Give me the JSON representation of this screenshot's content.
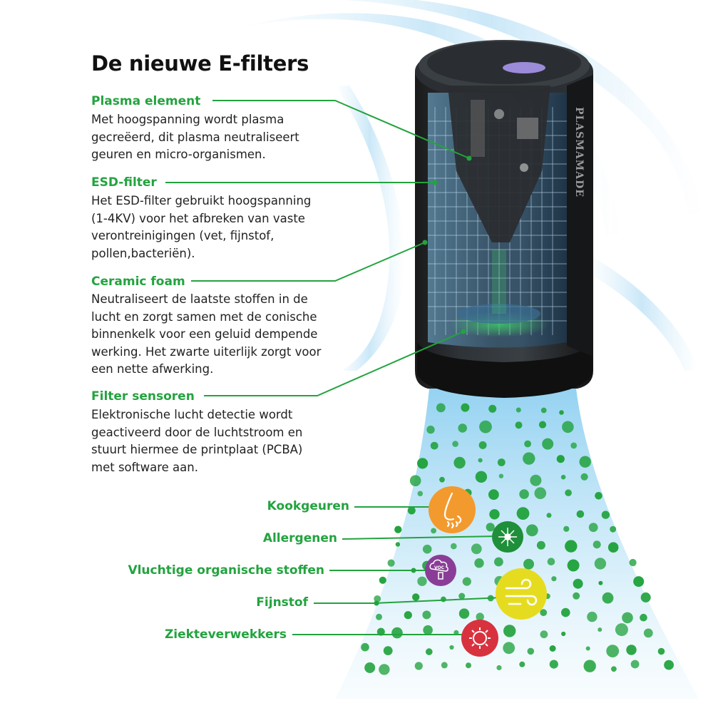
{
  "title": "De nieuwe E-filters",
  "brand_text": "PLASMAMADE",
  "colors": {
    "green": "#23a33f",
    "text": "#222222",
    "orange": "#f29a2e",
    "purple": "#8a3d97",
    "yellow": "#e6dc1f",
    "red": "#d8323f",
    "dark_green": "#1f8f3a"
  },
  "sections": [
    {
      "heading": "Plasma element",
      "lines": [
        "Met hoogspanning wordt plasma",
        "gecreëerd, dit plasma neutraliseert",
        "geuren en micro-organismen."
      ]
    },
    {
      "heading": "ESD-filter",
      "lines": [
        "Het ESD-filter gebruikt hoogspanning",
        "(1-4KV) voor het afbreken van vaste",
        "verontreinigingen (vet, fijnstof,",
        "pollen,bacteriën)."
      ]
    },
    {
      "heading": "Ceramic foam",
      "lines": [
        "Neutraliseert de laatste stoffen in de",
        "lucht en zorgt samen met de conische",
        "binnenkelk voor een geluid dempende",
        "werking. Het zwarte uiterlijk zorgt voor",
        "een nette afwerking."
      ]
    },
    {
      "heading": "Filter sensoren",
      "lines": [
        "Elektronische lucht detectie wordt",
        "geactiveerd door de luchtstroom en",
        "stuurt hiermee de printplaat (PCBA)",
        "met software aan."
      ]
    }
  ],
  "particles": [
    {
      "label": "Kookgeuren",
      "icon": "nose-icon"
    },
    {
      "label": "Allergenen",
      "icon": "pollen-icon"
    },
    {
      "label": "Vluchtige organische stoffen",
      "icon": "voc-icon",
      "icon_text": "VOC"
    },
    {
      "label": "Fijnstof",
      "icon": "wind-dust-icon"
    },
    {
      "label": "Ziekteverwekkers",
      "icon": "virus-icon"
    }
  ]
}
